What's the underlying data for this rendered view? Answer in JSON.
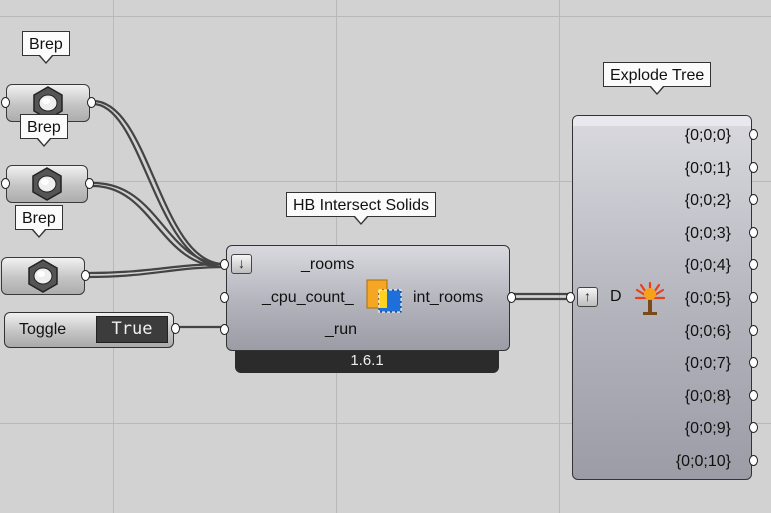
{
  "canvas": {
    "background": "#d2d2d2",
    "wire_color": "#444444"
  },
  "brep_params": [
    {
      "tag": "Brep",
      "icon": "brep-hex-icon"
    },
    {
      "tag": "Brep",
      "icon": "brep-hex-icon"
    },
    {
      "tag": "Brep",
      "icon": "brep-hex-icon"
    }
  ],
  "toggle": {
    "label": "Toggle",
    "value": "True"
  },
  "intersect": {
    "tag": "HB Intersect Solids",
    "inputs": [
      "_rooms",
      "_cpu_count_",
      "_run"
    ],
    "output": "int_rooms",
    "version": "1.6.1",
    "icon": "honeybee-intersect-icon"
  },
  "explode": {
    "tag": "Explode Tree",
    "input": "D",
    "icon": "explode-tree-icon",
    "outputs": [
      "{0;0;0}",
      "{0;0;1}",
      "{0;0;2}",
      "{0;0;3}",
      "{0;0;4}",
      "{0;0;5}",
      "{0;0;6}",
      "{0;0;7}",
      "{0;0;8}",
      "{0;0;9}",
      "{0;0;10}"
    ]
  }
}
